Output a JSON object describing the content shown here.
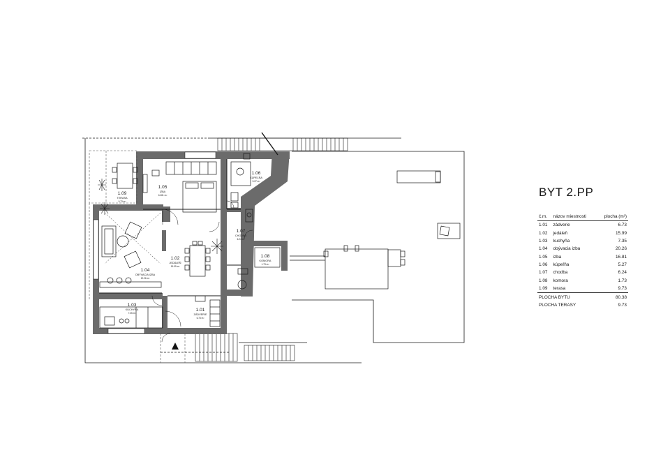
{
  "title": "BYT 2.PP",
  "legend": {
    "headers": {
      "no": "č.m.",
      "name": "názov miestnosti",
      "area": "plocha (m²)"
    },
    "rows": [
      {
        "no": "1.01",
        "name": "zádverie",
        "area": "6.73"
      },
      {
        "no": "1.02",
        "name": "jedáleň",
        "area": "15.99"
      },
      {
        "no": "1.03",
        "name": "kuchyňa",
        "area": "7.35"
      },
      {
        "no": "1.04",
        "name": "obývacia izba",
        "area": "20.26"
      },
      {
        "no": "1.05",
        "name": "izba",
        "area": "16.81"
      },
      {
        "no": "1.06",
        "name": "kúpeľňa",
        "area": "5.27"
      },
      {
        "no": "1.07",
        "name": "chodba",
        "area": "6.24"
      },
      {
        "no": "1.08",
        "name": "komora",
        "area": "1.73"
      },
      {
        "no": "1.09",
        "name": "terasa",
        "area": "9.73"
      }
    ],
    "totals": [
      {
        "name": "PLOCHA BYTU",
        "area": "80.38"
      },
      {
        "name": "PLOCHA TERASY",
        "area": "9.73"
      }
    ]
  },
  "rooms": {
    "r101": {
      "no": "1.01",
      "name": "ZÁDVERIE",
      "area": "6.73 m²"
    },
    "r102": {
      "no": "1.02",
      "name": "JEDÁLEŇ",
      "area": "15.99 m²"
    },
    "r103": {
      "no": "1.03",
      "name": "KUCHYŇA",
      "area": "7.35 m²"
    },
    "r104": {
      "no": "1.04",
      "name": "OBÝVACIA IZBA",
      "area": "20.26 m²"
    },
    "r105": {
      "no": "1.05",
      "name": "IZBA",
      "area": "16.81 m²"
    },
    "r106": {
      "no": "1.06",
      "name": "KÚPEĽŇA",
      "area": "5.27 m²"
    },
    "r107": {
      "no": "1.07",
      "name": "CHODBA",
      "area": "6.24 m²"
    },
    "r108": {
      "no": "1.08",
      "name": "KOMORA",
      "area": "1.73 m²"
    },
    "r109": {
      "no": "1.09",
      "name": "TERASA",
      "area": "9.73 m²"
    }
  },
  "colors": {
    "wall": "#6b6b6b",
    "line": "#1a1a1a",
    "dash": "#555555"
  },
  "icons": {
    "entrance": "entrance-arrow-icon"
  }
}
